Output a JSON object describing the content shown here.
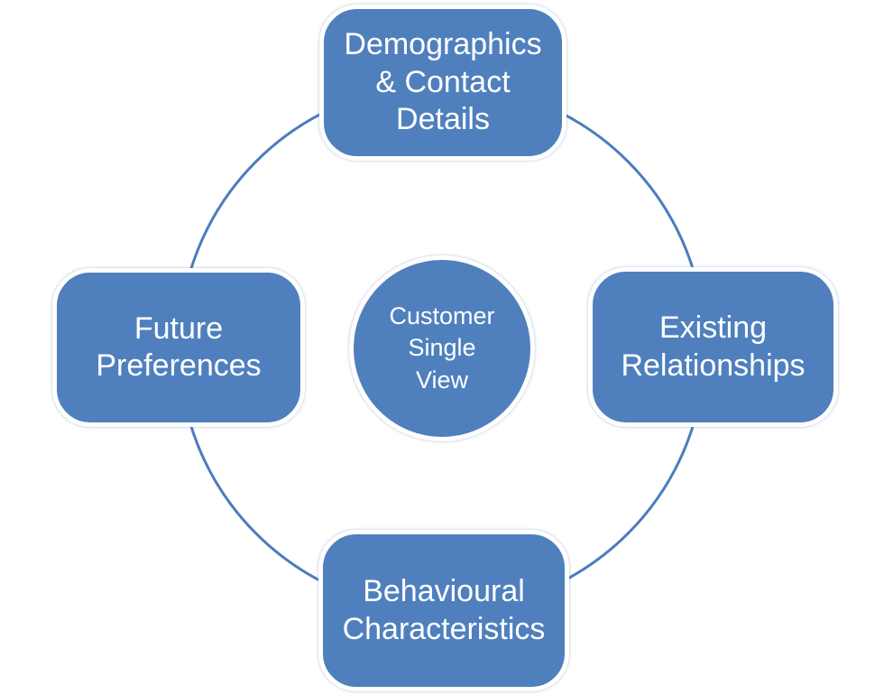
{
  "diagram": {
    "title": "Customer Single View diagram",
    "type": "hub-and-spokes-cycle",
    "center": {
      "label": "Customer\nSingle\nView"
    },
    "nodes": {
      "top": {
        "label": "Demographics\n& Contact\nDetails"
      },
      "right": {
        "label": "Existing\nRelationships"
      },
      "bottom": {
        "label": "Behavioural\nCharacteristics"
      },
      "left": {
        "label": "Future\nPreferences"
      }
    }
  },
  "colors": {
    "node_fill": "#4f80bd",
    "node_border": "#ffffff",
    "ring_stroke": "#4b7cbd",
    "text": "#ffffff",
    "background": "#ffffff"
  }
}
